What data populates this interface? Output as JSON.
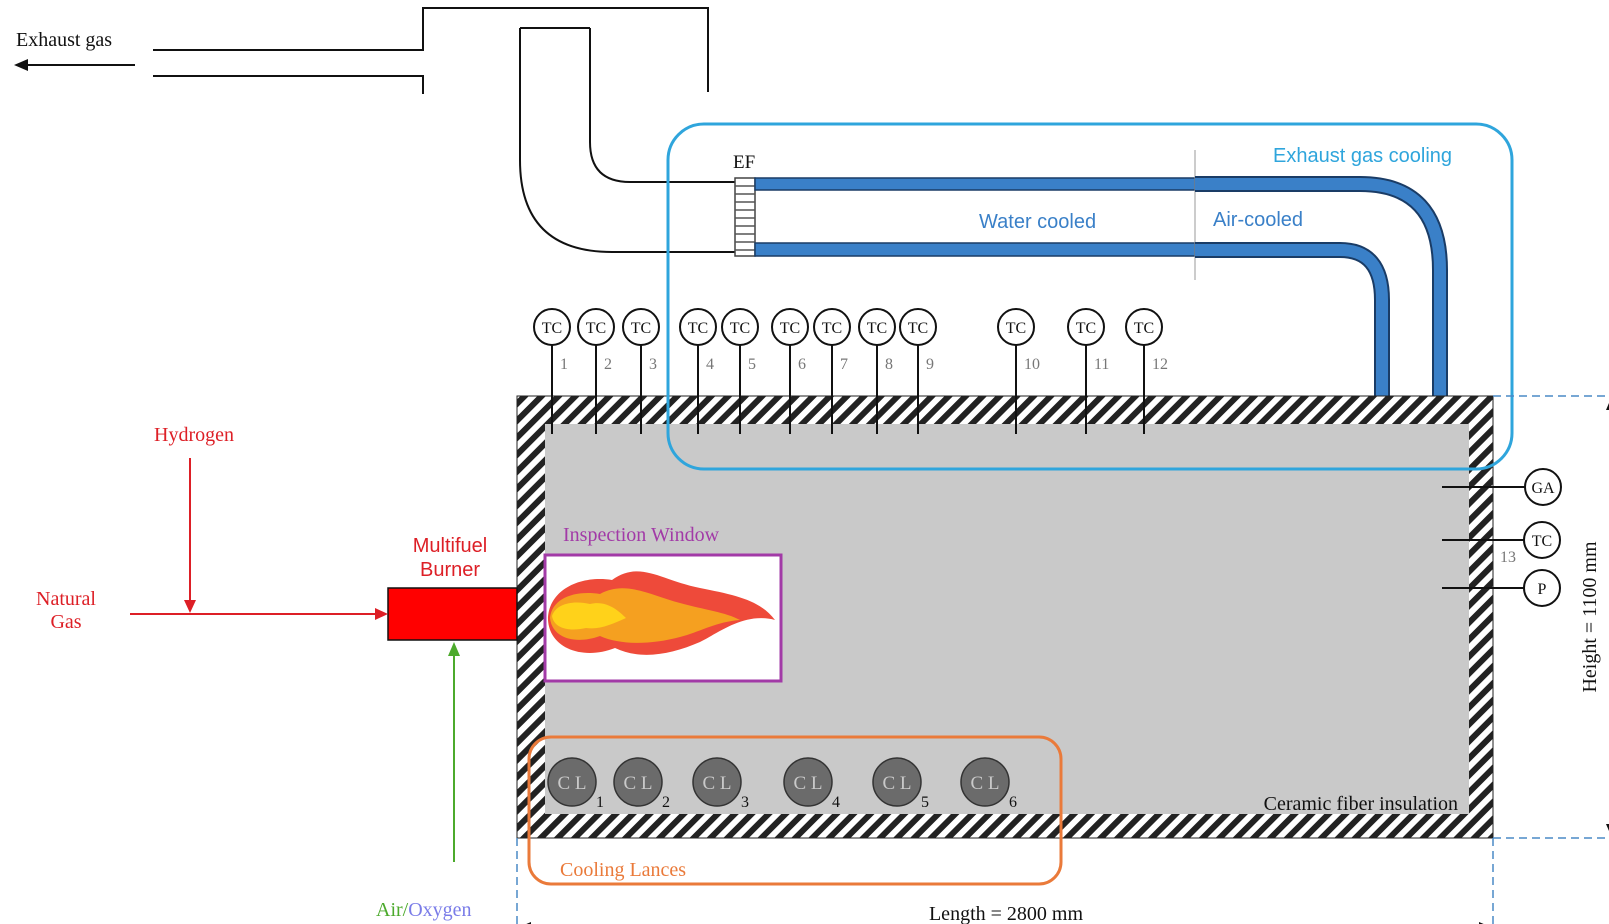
{
  "exhaust": {
    "label": "Exhaust gas"
  },
  "filter": {
    "label": "EF"
  },
  "cooling": {
    "title": "Exhaust gas cooling",
    "water_label": "Water cooled",
    "air_label": "Air-cooled"
  },
  "thermocouples": {
    "symbol": "TC",
    "top": [
      "1",
      "2",
      "3",
      "4",
      "5",
      "6",
      "7",
      "8",
      "9",
      "10",
      "11",
      "12"
    ],
    "side_number": "13"
  },
  "side_sensors": {
    "ga": "GA",
    "tc": "TC",
    "p": "P"
  },
  "fuel": {
    "hydrogen": "Hydrogen",
    "natural_gas_line1": "Natural",
    "natural_gas_line2": "Gas",
    "burner_line1": "Multifuel",
    "burner_line2": "Burner",
    "air": "Air",
    "slash": "/",
    "oxygen": "Oxygen"
  },
  "inspection_window": "Inspection Window",
  "cooling_lances": {
    "symbol": "C L",
    "numbers": [
      "1",
      "2",
      "3",
      "4",
      "5",
      "6"
    ],
    "label": "Cooling Lances"
  },
  "insulation_label": "Ceramic fiber insulation",
  "dimensions": {
    "height": "Height = 1100 mm",
    "length": "Length = 2800 mm"
  },
  "colors": {
    "fuel_red": "#dd1f26",
    "burner_red": "#ff0000",
    "air_green": "#4caa2c",
    "oxygen_blue": "#7a7ce8",
    "cooling_blue": "#2fa5dc",
    "pipe_blue": "#3a80c8",
    "window_purple": "#a23aa7",
    "lance_orange": "#ea7a3a",
    "chamber_gray": "#c9c9c9",
    "lance_gray": "#6b6b6b"
  }
}
